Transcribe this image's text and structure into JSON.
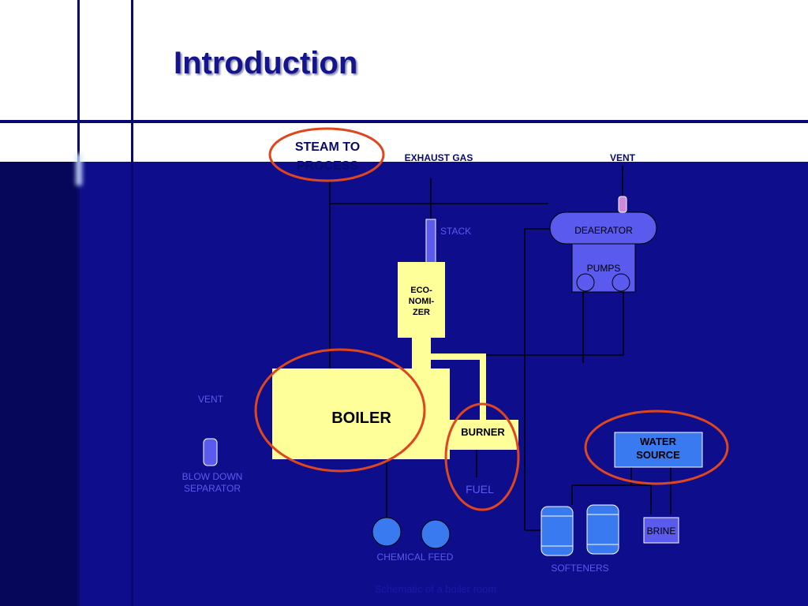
{
  "slide": {
    "title": "Introduction"
  },
  "diagram": {
    "steam_to_process": [
      "STEAM TO",
      "PROCESS"
    ],
    "exhaust_gas": "EXHAUST GAS",
    "vent_top": "VENT",
    "stack": "STACK",
    "deaerator": "DEAERATOR",
    "pumps": "PUMPS",
    "economizer": [
      "ECO-",
      "NOMI-",
      "ZER"
    ],
    "boiler": "BOILER",
    "burner": "BURNER",
    "fuel": "FUEL",
    "vent_left": "VENT",
    "blow_down_separator": [
      "BLOW DOWN",
      "SEPARATOR"
    ],
    "water_source": [
      "WATER",
      "SOURCE"
    ],
    "brine": "BRINE",
    "chemical_feed": "CHEMICAL FEED",
    "softeners": "SOFTENERS",
    "caption": "Schematic of a boiler room"
  },
  "colors": {
    "background_blue": "#0e0e8c",
    "equipment_yellow": "#ffff99",
    "equipment_blue": "#5a5aee",
    "highlight_circle": "#e0461e",
    "title_blue": "#14148c"
  }
}
